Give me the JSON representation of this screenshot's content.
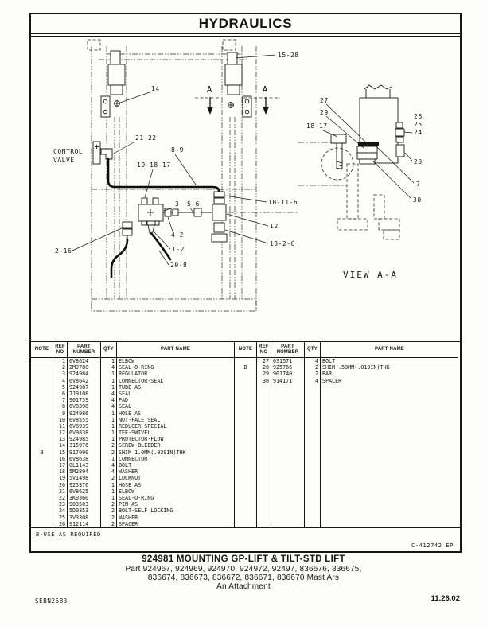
{
  "page": {
    "title": "HYDRAULICS",
    "doc_number": "SEBN2583",
    "date": "11.26.02"
  },
  "footnote": "B-USE AS REQUIRED",
  "drawing_ref": "C-412742 EP",
  "caption": {
    "line1": "924981 MOUNTING GP-LIFT & TILT-STD LIFT",
    "line2": "Part 924967, 924969, 924970, 924972, 92497, 836676, 836675,",
    "line3": "836674, 836673, 836672, 836671, 836670 Mast Ars",
    "line4": "An Attachment"
  },
  "diagram": {
    "control_valve_line1": "CONTROL",
    "control_valve_line2": "VALVE",
    "section_letter": "A",
    "view_caption": "VIEW A-A",
    "callouts": {
      "c15_28": "15-28",
      "c14": "14",
      "c21_22": "21-22",
      "c8_9": "8-9",
      "c19_18_17": "19-18-17",
      "c3": "3",
      "c5_6": "5-6",
      "c10_11_6": "10-11-6",
      "c12": "12",
      "c13_2_6": "13-2-6",
      "c4_2": "4-2",
      "c1_2": "1-2",
      "c20_8": "20-8",
      "c2_16": "2-16",
      "c27": "27",
      "c29": "29",
      "c18_17": "18-17",
      "c26": "26",
      "c25": "25",
      "c24": "24",
      "c23": "23",
      "c7": "7",
      "c30": "30"
    }
  },
  "parts_table": {
    "headers": {
      "note": "NOTE",
      "ref_line1": "REF",
      "ref_line2": "NO",
      "part_line1": "PART",
      "part_line2": "NUMBER",
      "qty": "QTY",
      "name": "PART NAME"
    },
    "left_rows": [
      {
        "note": "",
        "ref": "1",
        "pn": "6V8624",
        "qty": "1",
        "name": "ELBOW"
      },
      {
        "note": "",
        "ref": "2",
        "pn": "2M9780",
        "qty": "4",
        "name": "SEAL-O-RING"
      },
      {
        "note": "",
        "ref": "3",
        "pn": "924984",
        "qty": "1",
        "name": "REGULATOR"
      },
      {
        "note": "",
        "ref": "4",
        "pn": "6V8642",
        "qty": "1",
        "name": "CONNECTOR-SEAL"
      },
      {
        "note": "",
        "ref": "5",
        "pn": "924987",
        "qty": "1",
        "name": "TUBE AS"
      },
      {
        "note": "",
        "ref": "6",
        "pn": "7J9108",
        "qty": "4",
        "name": "SEAL"
      },
      {
        "note": "",
        "ref": "7",
        "pn": "901739",
        "qty": "4",
        "name": "PAD"
      },
      {
        "note": "",
        "ref": "8",
        "pn": "6V8398",
        "qty": "4",
        "name": "SEAL"
      },
      {
        "note": "",
        "ref": "9",
        "pn": "924986",
        "qty": "1",
        "name": "HOSE AS"
      },
      {
        "note": "",
        "ref": "10",
        "pn": "6V8555",
        "qty": "1",
        "name": "NUT-FACE SEAL"
      },
      {
        "note": "",
        "ref": "11",
        "pn": "6V8939",
        "qty": "1",
        "name": "REDUCER-SPECIAL"
      },
      {
        "note": "",
        "ref": "12",
        "pn": "6V9838",
        "qty": "1",
        "name": "TEE-SWIVEL"
      },
      {
        "note": "",
        "ref": "13",
        "pn": "924985",
        "qty": "1",
        "name": "PROTECTOR-FLOW"
      },
      {
        "note": "",
        "ref": "14",
        "pn": "315976",
        "qty": "2",
        "name": "SCREW-BLEEDER"
      },
      {
        "note": "B",
        "ref": "15",
        "pn": "917090",
        "qty": "2",
        "name": "SHIM 1.0MM(.039IN)THK"
      },
      {
        "note": "",
        "ref": "16",
        "pn": "6V8638",
        "qty": "1",
        "name": "CONNECTOR"
      },
      {
        "note": "",
        "ref": "17",
        "pn": "0L1143",
        "qty": "4",
        "name": "BOLT"
      },
      {
        "note": "",
        "ref": "18",
        "pn": "5M2894",
        "qty": "4",
        "name": "WASHER"
      },
      {
        "note": "",
        "ref": "19",
        "pn": "5V1498",
        "qty": "2",
        "name": "LOCKNUT"
      },
      {
        "note": "",
        "ref": "20",
        "pn": "925376",
        "qty": "1",
        "name": "HOSE AS"
      },
      {
        "note": "",
        "ref": "21",
        "pn": "6V8625",
        "qty": "1",
        "name": "ELBOW"
      },
      {
        "note": "",
        "ref": "22",
        "pn": "3K0360",
        "qty": "1",
        "name": "SEAL-O-RING"
      },
      {
        "note": "",
        "ref": "23",
        "pn": "903503",
        "qty": "2",
        "name": "PIN AS"
      },
      {
        "note": "",
        "ref": "24",
        "pn": "5D0353",
        "qty": "2",
        "name": "BOLT-SELF LOCKING"
      },
      {
        "note": "",
        "ref": "25",
        "pn": "3V3308",
        "qty": "2",
        "name": "WASHER"
      },
      {
        "note": "",
        "ref": "26",
        "pn": "912114",
        "qty": "2",
        "name": "SPACER"
      }
    ],
    "right_rows": [
      {
        "note": "",
        "ref": "27",
        "pn": "0S1571",
        "qty": "4",
        "name": "BOLT"
      },
      {
        "note": "B",
        "ref": "28",
        "pn": "925766",
        "qty": "2",
        "name": "SHIM .50MM(.019IN)THK"
      },
      {
        "note": "",
        "ref": "29",
        "pn": "901740",
        "qty": "2",
        "name": "BAR"
      },
      {
        "note": "",
        "ref": "30",
        "pn": "914171",
        "qty": "4",
        "name": "SPACER"
      }
    ]
  }
}
